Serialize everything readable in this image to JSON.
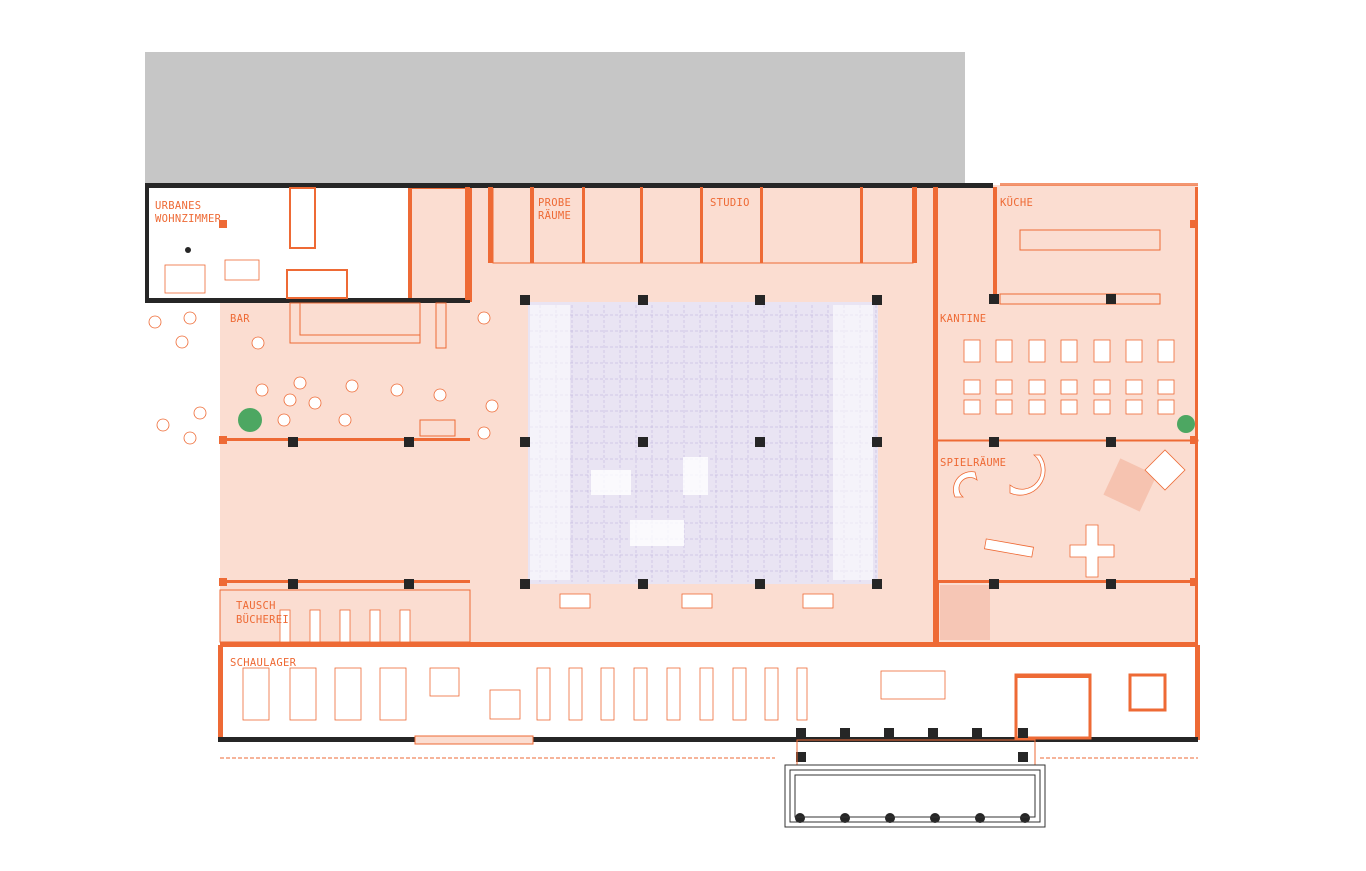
{
  "plan": {
    "rooms": {
      "urbanes_wohnzimmer": [
        "URBANES",
        "WOHNZIMMER"
      ],
      "probe_raeume": [
        "PROBE",
        "RÄUME"
      ],
      "studio": "STUDIO",
      "kueche": "KÜCHE",
      "bar": "BAR",
      "kantine": "KANTINE",
      "spielraeume": "SPIELRÄUME",
      "tausch_buecherei": [
        "TAUSCH",
        "BÜCHEREI"
      ],
      "schaulager": "SCHAULAGER"
    },
    "colors": {
      "accent": "#ee6a35",
      "room_fill": "#fbddd1",
      "hall_fill": "#e9e4f3",
      "neighbor_building": "#c6c6c6",
      "wall": "#262626"
    }
  }
}
